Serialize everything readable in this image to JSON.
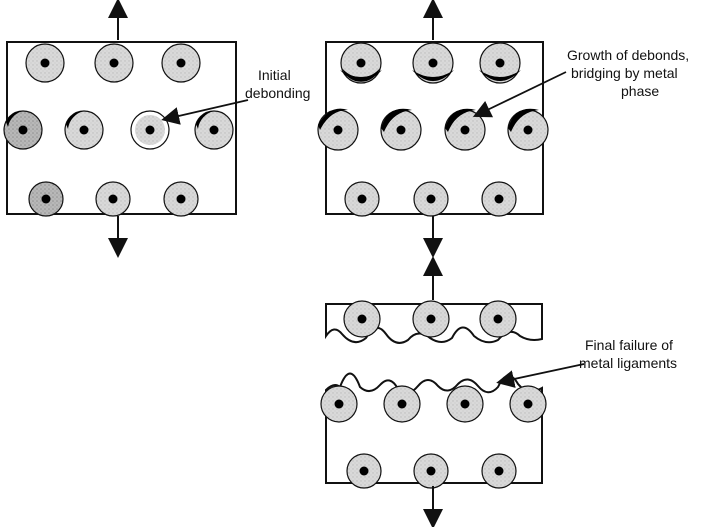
{
  "labels": {
    "initial": [
      "Initial",
      "debonding"
    ],
    "growth": [
      "Growth of debonds,",
      "bridging by metal",
      "phase"
    ],
    "final": [
      "Final failure of",
      "metal ligaments"
    ]
  },
  "colors": {
    "outline": "#111111",
    "particle_fill": "#d6d6d6",
    "particle_fill_dark": "#a9a9a9",
    "core": "#000000",
    "background": "#ffffff"
  }
}
